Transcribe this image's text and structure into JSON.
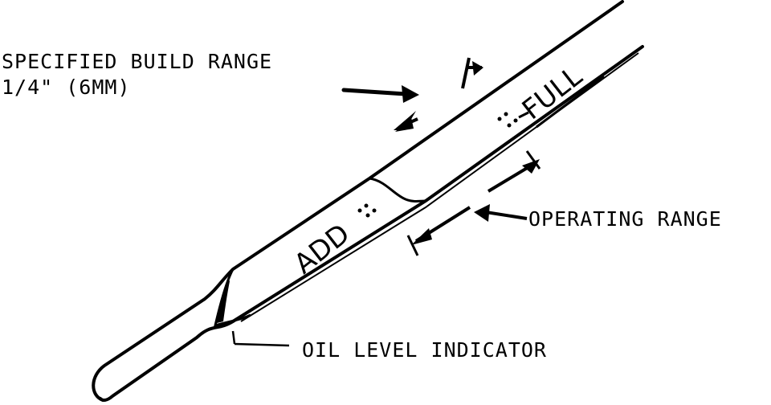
{
  "labels": {
    "spec_build_line1": "SPECIFIED BUILD RANGE",
    "spec_build_line2": "1/4\" (6MM)",
    "operating_range": "OPERATING RANGE",
    "oil_level_indicator": "OIL LEVEL INDICATOR"
  },
  "dipstick_marks": {
    "add": "ADD",
    "full": "FULL"
  },
  "colors": {
    "ink": "#000000",
    "paper": "#ffffff"
  }
}
